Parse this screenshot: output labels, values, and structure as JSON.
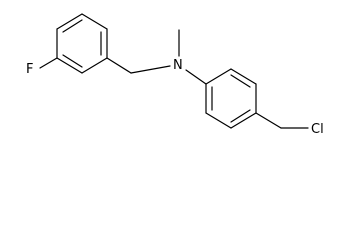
{
  "structure": {
    "atoms": {
      "fluorine": "F",
      "nitrogen": "N",
      "chlorine": "Cl"
    }
  }
}
